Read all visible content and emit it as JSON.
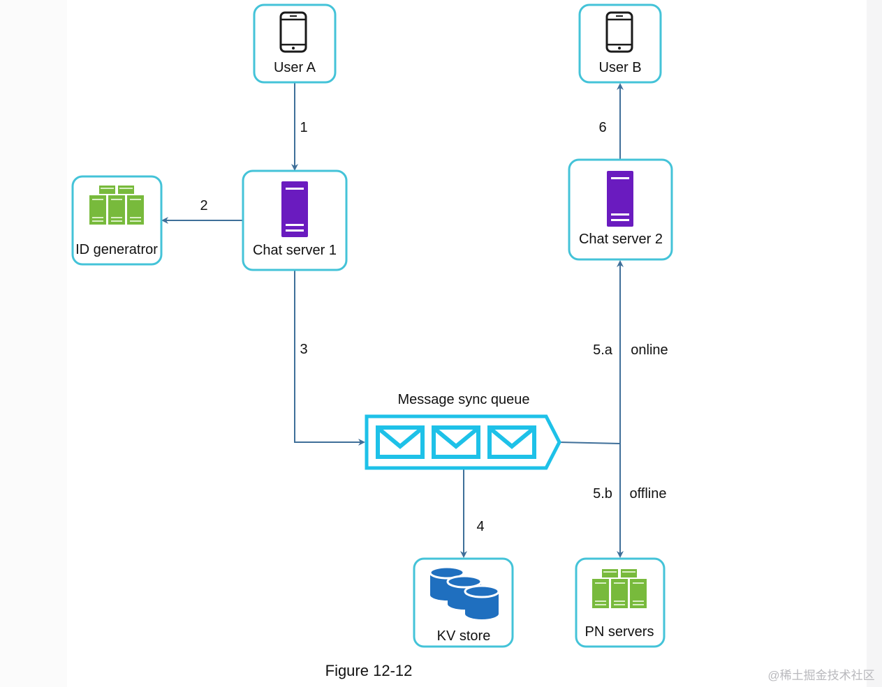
{
  "diagram": {
    "nodes": {
      "user_a": {
        "label": "User A",
        "icon": "mobile-phone-icon"
      },
      "user_b": {
        "label": "User B",
        "icon": "mobile-phone-icon"
      },
      "chat_server_1": {
        "label": "Chat server 1",
        "icon": "server-icon"
      },
      "chat_server_2": {
        "label": "Chat server 2",
        "icon": "server-icon"
      },
      "id_generator": {
        "label": "ID generatror",
        "icon": "server-rack-icon"
      },
      "message_sync_queue": {
        "label": "Message sync queue",
        "icon": "message-queue-icon"
      },
      "kv_store": {
        "label": "KV store",
        "icon": "database-icon"
      },
      "pn_servers": {
        "label": "PN servers",
        "icon": "server-rack-icon"
      }
    },
    "steps": {
      "s1": "1",
      "s2": "2",
      "s3": "3",
      "s4": "4",
      "s5a": "5.a",
      "s5a_note": "online",
      "s5b": "5.b",
      "s5b_note": "offline",
      "s6": "6"
    },
    "caption": "Figure 12-12",
    "watermark": "@稀土掘金技术社区"
  },
  "colors": {
    "box_border": "#44c3d8",
    "arrow": "#3f6f99",
    "server_purple": "#6a1bbf",
    "rack_green": "#78ba3c",
    "db_blue": "#1f6fbf",
    "queue_cyan": "#1ec1e8"
  }
}
